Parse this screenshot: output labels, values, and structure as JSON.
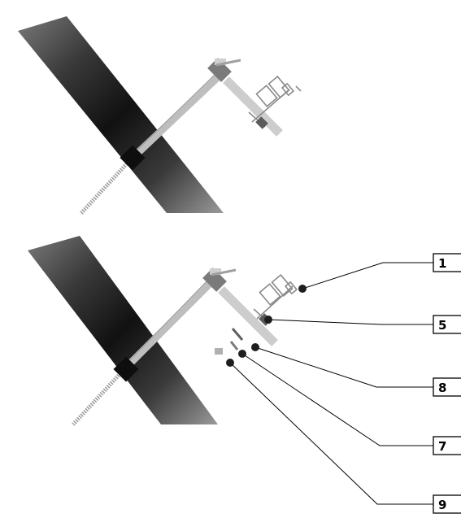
{
  "callouts": [
    {
      "id": "c1",
      "number": "1"
    },
    {
      "id": "c5",
      "number": "5"
    },
    {
      "id": "c8",
      "number": "8"
    },
    {
      "id": "c7",
      "number": "7"
    },
    {
      "id": "c9",
      "number": "9"
    }
  ],
  "colors": {
    "background": "#ffffff",
    "pipe_dark": "#1a1a1a",
    "pipe_mid": "#5a5a5a",
    "rod_light": "#d8d8d8",
    "part_outline": "#8a8a8a",
    "leader_line": "#000000"
  }
}
